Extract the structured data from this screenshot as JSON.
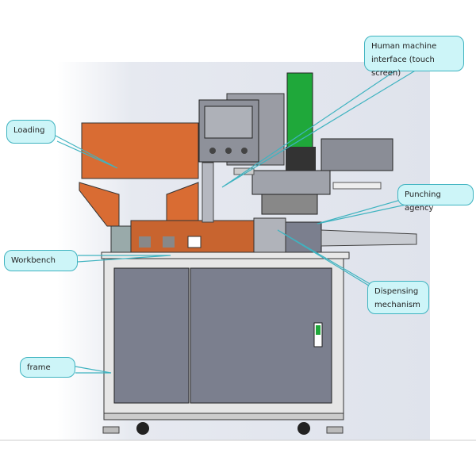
{
  "callouts": {
    "loading": "Loading",
    "hmi": "Human machine interface (touch screen)",
    "punching": "Punching agency",
    "workbench": "Workbench",
    "dispensing": "Dispensing mechanism",
    "frame": "frame"
  },
  "colors": {
    "callout_fill": "#cdf5f8",
    "callout_border": "#3fb3c0",
    "orange": "#d96c33",
    "cabinet": "#7b7f8e",
    "green": "#1fa83a"
  }
}
